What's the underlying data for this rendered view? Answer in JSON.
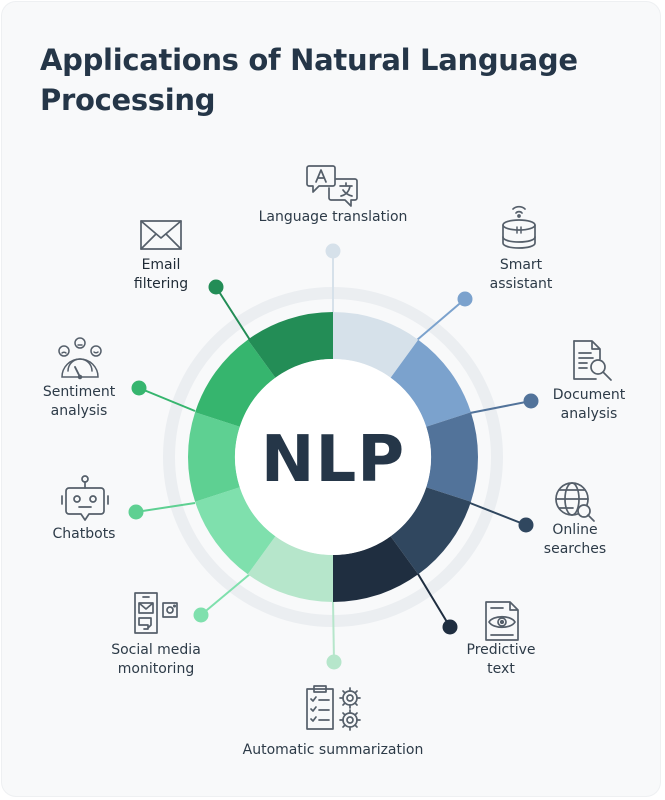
{
  "title": "Applications of Natural Language Processing",
  "center_text": "NLP",
  "colors": {
    "background": "#f8f9fa",
    "title": "#253648",
    "center": "#253648",
    "ring_shadow": "#ebeef1",
    "icon_stroke": "#555f6a"
  },
  "segments": [
    {
      "name": "Language translation",
      "color": "#d6e1ea"
    },
    {
      "name": "Smart assistant",
      "color": "#7ba2cd"
    },
    {
      "name": "Document analysis",
      "color": "#52739a"
    },
    {
      "name": "Online searches",
      "color": "#30475f"
    },
    {
      "name": "Predictive text",
      "color": "#1f2e40"
    },
    {
      "name": "Automatic summarization",
      "color": "#b6e6cb"
    },
    {
      "name": "Social media monitoring",
      "color": "#7fe0ad"
    },
    {
      "name": "Chatbots",
      "color": "#5ed092"
    },
    {
      "name": "Sentiment analysis",
      "color": "#36b56e"
    },
    {
      "name": "Email filtering",
      "color": "#238d56"
    }
  ],
  "applications": {
    "language_translation": {
      "label": "Language translation",
      "icon": "translate-icon",
      "dot_color": "#d6e1ea"
    },
    "smart_assistant": {
      "label": "Smart\nassistant",
      "icon": "smart-speaker-icon",
      "dot_color": "#7ba2cd"
    },
    "document_analysis": {
      "label": "Document\nanalysis",
      "icon": "document-search-icon",
      "dot_color": "#52739a"
    },
    "online_searches": {
      "label": "Online\nsearches",
      "icon": "globe-search-icon",
      "dot_color": "#30475f"
    },
    "predictive_text": {
      "label": "Predictive\ntext",
      "icon": "document-eye-icon",
      "dot_color": "#1f2e40"
    },
    "automatic_summarization": {
      "label": "Automatic summarization",
      "icon": "checklist-gears-icon",
      "dot_color": "#b6e6cb"
    },
    "social_media_monitoring": {
      "label": "Social media\nmonitoring",
      "icon": "devices-icon",
      "dot_color": "#7fe0ad"
    },
    "chatbots": {
      "label": "Chatbots",
      "icon": "robot-icon",
      "dot_color": "#5ed092"
    },
    "sentiment_analysis": {
      "label": "Sentiment\nanalysis",
      "icon": "sentiment-meter-icon",
      "dot_color": "#36b56e"
    },
    "email_filtering": {
      "label": "Email\nfiltering",
      "icon": "envelope-icon",
      "dot_color": "#238d56"
    }
  }
}
